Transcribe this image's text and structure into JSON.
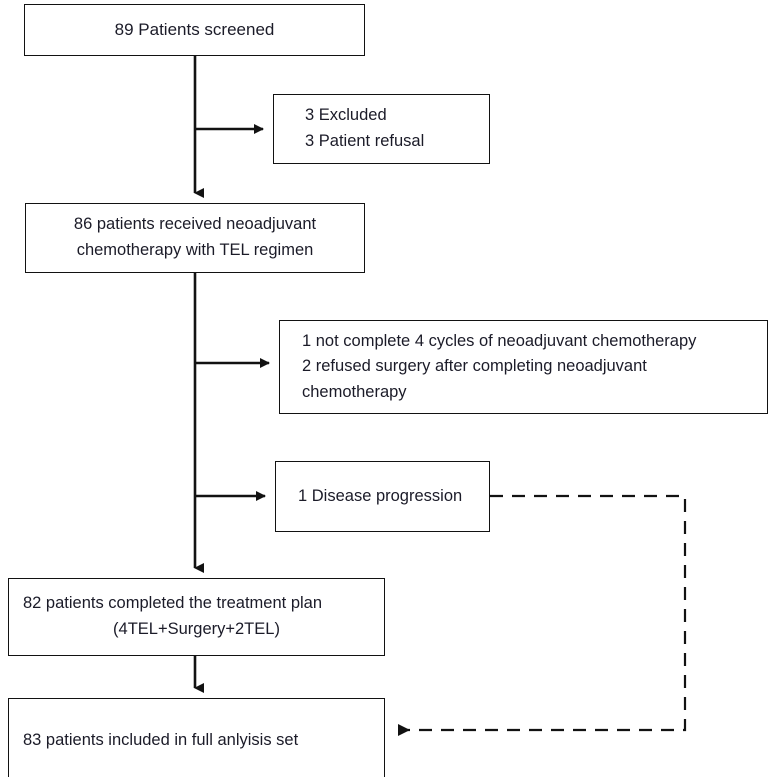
{
  "diagram": {
    "title": "CONSORT-style patient flow diagram",
    "colors": {
      "line": "#121212",
      "text": "#1b1b28",
      "background": "#ffffff"
    },
    "nodes": {
      "screened": {
        "lines": [
          "89 Patients screened"
        ]
      },
      "excluded": {
        "lines": [
          "3 Excluded",
          "3 Patient refusal"
        ]
      },
      "neoadjuvant": {
        "lines": [
          "86 patients received neoadjuvant",
          "chemotherapy with TEL regimen"
        ]
      },
      "discontinued": {
        "lines": [
          "1 not complete 4 cycles of neoadjuvant chemotherapy",
          "2 refused surgery after completing neoadjuvant",
          "chemotherapy"
        ]
      },
      "progression": {
        "lines": [
          "1 Disease progression"
        ]
      },
      "completed": {
        "lines": [
          "82 patients completed the treatment plan",
          "(4TEL+Surgery+2TEL)"
        ]
      },
      "full_analysis": {
        "lines": [
          "83 patients included in full anlyisis set"
        ]
      }
    },
    "connectors": [
      {
        "name": "screened-to-neoadjuvant",
        "style": "solid",
        "arrow": "down"
      },
      {
        "name": "screened-to-excluded",
        "style": "solid",
        "arrow": "right"
      },
      {
        "name": "neoadjuvant-to-discontinued",
        "style": "solid",
        "arrow": "right"
      },
      {
        "name": "neoadjuvant-to-progression",
        "style": "solid",
        "arrow": "right"
      },
      {
        "name": "neoadjuvant-to-completed",
        "style": "solid",
        "arrow": "down"
      },
      {
        "name": "completed-to-full-analysis",
        "style": "solid",
        "arrow": "down"
      },
      {
        "name": "progression-to-full-analysis",
        "style": "dashed",
        "arrow": "left"
      }
    ]
  }
}
